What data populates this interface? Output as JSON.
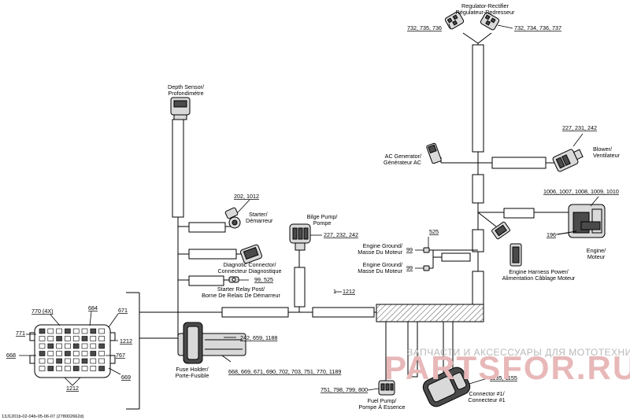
{
  "parts": {
    "regulator": {
      "label_en": "Regulator-Rectifier",
      "label_fr": "Régulateur-Redresseur",
      "ref_left": "732, 735, 736",
      "ref_right": "732, 734, 736, 737"
    },
    "depth_sensor": {
      "label_en": "Depth Sensor/",
      "label_fr": "Profondimétre"
    },
    "blower": {
      "label_en": "Blower/",
      "label_fr": "Ventilateur",
      "ref": "227, 231, 242"
    },
    "ac_generator": {
      "label_en": "AC Generator/",
      "label_fr": "Générateur AC"
    },
    "engine": {
      "label_en": "Engine/",
      "label_fr": "Moteur",
      "ref_top": "1006, 1007, 1008, 1009, 1010",
      "ref_side": "196"
    },
    "starter": {
      "label_en": "Starter/",
      "label_fr": "Démarreur",
      "ref": "202, 1012"
    },
    "bilge_pump": {
      "label_en": "Bilge Pump/",
      "label_fr": "Pompe",
      "ref": "227, 232, 242"
    },
    "engine_ground_1": {
      "label_en": "Engine Ground/",
      "label_fr": "Masse Du Moteur",
      "ref": "99",
      "ref_top": "525"
    },
    "engine_ground_2": {
      "label_en": "Engine Ground/",
      "label_fr": "Masse Du Moteur",
      "ref": "99"
    },
    "diag_connector": {
      "label_en": "Diagnotic Connector/",
      "label_fr": "Connecteur Diagnostique"
    },
    "engine_harness_power": {
      "label_en": "Engine Harness Power/",
      "label_fr": "Alimentation Câblage Moteur"
    },
    "starter_relay": {
      "label_en": "Starter Relay Post/",
      "label_fr": "Borne De Relais De Démarreur",
      "ref": "99, 525"
    },
    "fuse_holder": {
      "label_en": "Fuse Holder/",
      "label_fr": "Porte-Fusible",
      "ref_right": "242, 659, 1188",
      "ref_bottom": "668, 669, 671, 690, 702, 703, 751, 770, 1189"
    },
    "fuel_pump": {
      "label_en": "Fuel Pump/",
      "label_fr": "Pompe À Essence",
      "ref": "751, 798, 799, 800"
    },
    "connector_1": {
      "label_en": "Connector #1/",
      "label_fr": "Connecteur #1",
      "ref": "1135, 1155"
    },
    "harness_ref": "1212"
  },
  "detail": {
    "labels": [
      "770 (4X)",
      "684",
      "671",
      "771",
      "1212",
      "668",
      "767",
      "669",
      "1212"
    ]
  },
  "footer": {
    "code": "13J1201b-02-04b-05-06-07 (278002662d)"
  },
  "watermark": {
    "line1": "ЗАПЧАСТИ И АКСЕССУАРЫ ДЛЯ МОТОТЕХНИКИ",
    "line2": "PARTSFOR.RU"
  }
}
